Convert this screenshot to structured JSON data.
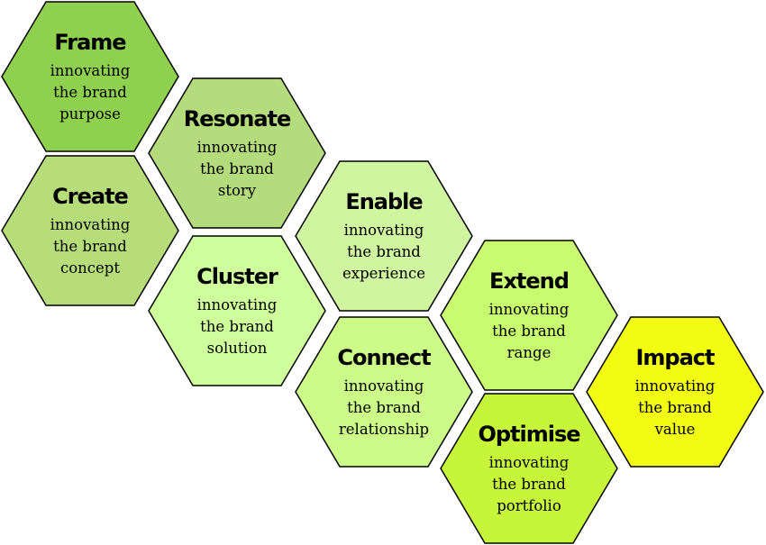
{
  "hexagons": [
    {
      "id": "frame",
      "title": "Frame",
      "line1": "innovating",
      "line2": "the brand",
      "line3": "purpose",
      "fill": "#8fd14f"
    },
    {
      "id": "resonate",
      "title": "Resonate",
      "line1": "innovating",
      "line2": "the brand",
      "line3": "story",
      "fill": "#b4dc7c"
    },
    {
      "id": "create",
      "title": "Create",
      "line1": "innovating",
      "line2": "the brand",
      "line3": "concept",
      "fill": "#b6dd7a"
    },
    {
      "id": "enable",
      "title": "Enable",
      "line1": "innovating",
      "line2": "the brand",
      "line3": "experience",
      "fill": "#cff5a0"
    },
    {
      "id": "cluster",
      "title": "Cluster",
      "line1": "innovating",
      "line2": "the brand",
      "line3": "solution",
      "fill": "#cfff9c"
    },
    {
      "id": "extend",
      "title": "Extend",
      "line1": "innovating",
      "line2": "the brand",
      "line3": "range",
      "fill": "#c8fb6f"
    },
    {
      "id": "connect",
      "title": "Connect",
      "line1": "innovating",
      "line2": "the brand",
      "line3": "relationship",
      "fill": "#ccfb8a"
    },
    {
      "id": "optimise",
      "title": "Optimise",
      "line1": "innovating",
      "line2": "the brand",
      "line3": "portfolio",
      "fill": "#c6f53a"
    },
    {
      "id": "impact",
      "title": "Impact",
      "line1": "innovating",
      "line2": "the brand",
      "line3": "value",
      "fill": "#f2fb12"
    }
  ],
  "colors": {
    "stroke": "#000000",
    "text": "#000000"
  }
}
